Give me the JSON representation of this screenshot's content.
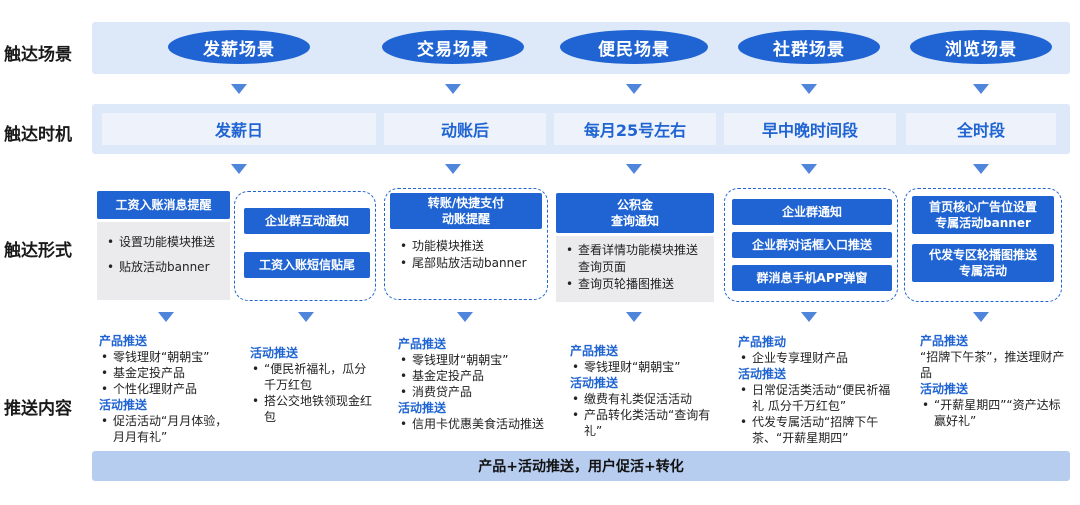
{
  "row_labels": {
    "scene": "触达场景",
    "time": "触达时机",
    "form": "触达形式",
    "content": "推送内容"
  },
  "scenes": [
    "发薪场景",
    "交易场景",
    "便民场景",
    "社群场景",
    "浏览场景"
  ],
  "times": [
    "发薪日",
    "动账后",
    "每月25号左右",
    "早中晚时间段",
    "全时段"
  ],
  "forms": {
    "salary": {
      "button": "工资入账消息提醒",
      "items": [
        "设置功能模块推送",
        "贴放活动banner"
      ],
      "dashed_buttons": [
        "企业群互动通知",
        "工资入账短信贴尾"
      ]
    },
    "trade": {
      "button_line1": "转账/快捷支付",
      "button_line2": "动账提醒",
      "items": [
        "功能模块推送",
        "尾部贴放活动banner"
      ]
    },
    "convenience": {
      "button_line1": "公积金",
      "button_line2": "查询通知",
      "items": [
        "查看详情功能模块推送查询页面",
        "查询页轮播图推送"
      ]
    },
    "community": {
      "buttons": [
        "企业群通知",
        "企业群对话框入口推送",
        "群消息手机APP弹窗"
      ]
    },
    "browse": {
      "button1_line1": "首页核心广告位设置",
      "button1_line2": "专属活动banner",
      "button2_line1": "代发专区轮播图推送",
      "button2_line2": "专属活动"
    }
  },
  "contents": {
    "c1": {
      "h1": "产品推送",
      "items1": [
        "零钱理财“朝朝宝”",
        "基金定投产品",
        "个性化理财产品"
      ],
      "h2": "活动推送",
      "items2": [
        "促活活动“月月体验，月月有礼”"
      ]
    },
    "c2": {
      "h1": "活动推送",
      "items1": [
        "“便民祈福礼，瓜分千万红包",
        "搭公交地铁领现金红包"
      ]
    },
    "c3": {
      "h1": "产品推送",
      "items1": [
        "零钱理财“朝朝宝”",
        "基金定投产品",
        "消费贷产品"
      ],
      "h2": "活动推送",
      "items2": [
        "信用卡优惠美食活动推送"
      ]
    },
    "c4": {
      "h1": "产品推送",
      "items1": [
        "零钱理财“朝朝宝”"
      ],
      "h2": "活动推送",
      "items2": [
        "缴费有礼类促活活动",
        "产品转化类活动“查询有礼”"
      ]
    },
    "c5": {
      "h1": "产品推动",
      "items1": [
        "企业专享理财产品"
      ],
      "h2": "活动推送",
      "items2": [
        "日常促活类活动“便民祈福礼 瓜分千万红包”",
        "代发专属活动“招牌下午茶、“开薪星期四”"
      ]
    },
    "c6": {
      "h1": "产品推送",
      "p1": "“招牌下午茶”，推送理财产品",
      "h2": "活动推送",
      "items2": [
        "“开薪星期四”“资产达标赢好礼”"
      ]
    }
  },
  "bottom": "产品+活动推送，用户促活+转化",
  "colors": {
    "primary": "#1f64d2",
    "band": "#dde8f8",
    "grey": "#ebebee",
    "bottom": "#b7cdf0"
  }
}
